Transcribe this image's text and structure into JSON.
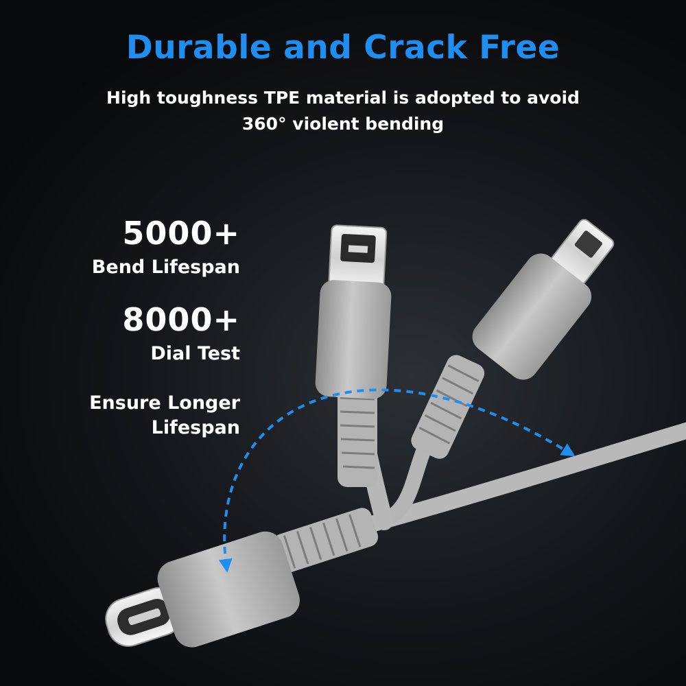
{
  "headline": "Durable and Crack Free",
  "subheadline": {
    "line1": "High toughness TPE material is adopted to avoid",
    "line2": "360°  violent bending"
  },
  "stats": [
    {
      "value": "5000+",
      "label": "Bend Lifespan"
    },
    {
      "value": "8000+",
      "label": "Dial Test"
    }
  ],
  "benefit": {
    "line1": "Ensure Longer",
    "line2": "Lifespan"
  },
  "colors": {
    "accent": "#1e8ef0",
    "background": "#0b0c0e",
    "cable": "#bdbdbd"
  },
  "icons": [
    "curved-arrow-icon",
    "usb-c-connector-icon",
    "mini-usb-connector-icon"
  ]
}
